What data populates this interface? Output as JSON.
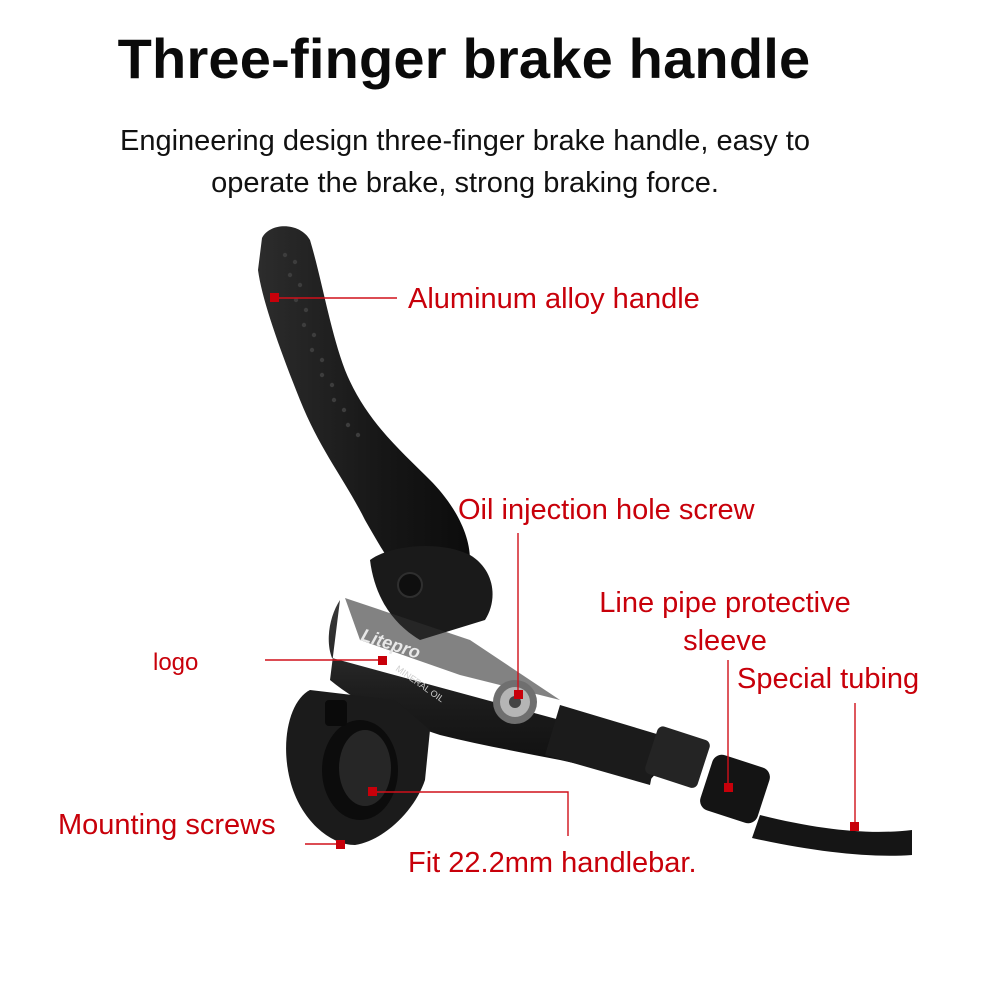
{
  "header": {
    "title": "Three-finger brake handle",
    "subtitle": "Engineering design three-finger brake handle, easy to operate the brake, strong braking force."
  },
  "product": {
    "logo_text": "Litepro",
    "body_text": "MINERAL OIL"
  },
  "callouts": {
    "aluminum_handle": "Aluminum alloy handle",
    "oil_screw": "Oil injection hole screw",
    "pipe_sleeve_line1": "Line pipe protective",
    "pipe_sleeve_line2": "sleeve",
    "special_tubing": "Special tubing",
    "logo": "logo",
    "mounting_screws": "Mounting screws",
    "handlebar_fit": "Fit 22.2mm handlebar."
  },
  "colors": {
    "callout_text": "#c8000a",
    "leader_line": "#d0101a",
    "brake_body": "#1c1c1c"
  }
}
